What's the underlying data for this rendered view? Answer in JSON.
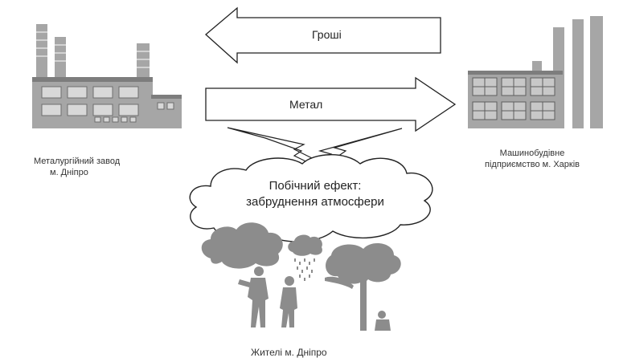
{
  "arrows": {
    "money_label": "Гроші",
    "metal_label": "Метал"
  },
  "left_factory": {
    "label_line1": "Металургійний завод",
    "label_line2": "м. Дніпро"
  },
  "right_factory": {
    "label_line1": "Машинобудівне",
    "label_line2": "підприємство м. Харків"
  },
  "side_effect": {
    "line1": "Побічний ефект:",
    "line2": "забруднення атмосфери"
  },
  "residents": {
    "label": "Жителі м. Дніпро"
  },
  "colors": {
    "factory_gray": "#a6a6a6",
    "factory_dark": "#7d7d7d",
    "window_fill": "#c8c8c8",
    "silhouette": "#8c8c8c",
    "outline": "#222222"
  }
}
